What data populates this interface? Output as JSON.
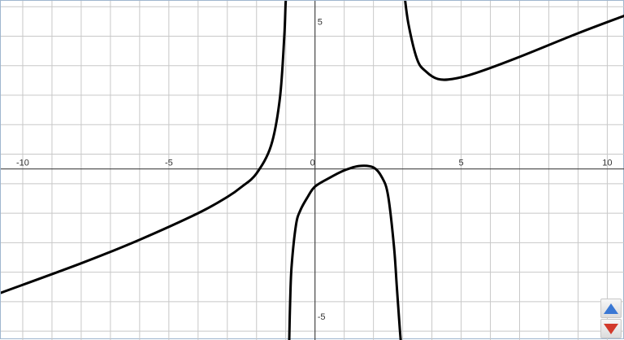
{
  "chart_data": {
    "type": "line",
    "title": "",
    "xlabel": "",
    "ylabel": "",
    "xlim": [
      -10.75,
      10.6
    ],
    "ylim": [
      -5.8,
      5.7
    ],
    "grid": true,
    "x_ticks": [
      -10,
      -5,
      0,
      5,
      10
    ],
    "x_tick_labels": [
      "-10",
      "-5",
      "0",
      "5",
      "10"
    ],
    "y_ticks": [
      5,
      -5
    ],
    "y_tick_labels": [
      "5",
      "-5"
    ],
    "series": [
      {
        "color": "#000000",
        "segments": [
          {
            "x": [
              -10.75,
              -8.0,
              -6.0,
              -4.0,
              -3.0,
              -2.5,
              -2.0,
              -1.5,
              -1.2,
              -1.05,
              -1.0,
              -0.95,
              -0.92
            ],
            "y": [
              -4.2,
              -3.2,
              -2.4,
              -1.5,
              -0.95,
              -0.6,
              -0.15,
              0.8,
              2.4,
              4.5,
              5.7,
              5.9,
              6.0
            ]
          },
          {
            "x": [
              -0.88,
              -0.85,
              -0.8,
              -0.65,
              -0.5,
              -0.25,
              0.0,
              0.5,
              1.0,
              1.5,
              2.0,
              2.3,
              2.5,
              2.7,
              2.8,
              2.9,
              2.95
            ],
            "y": [
              -5.8,
              -4.5,
              -3.3,
              -1.9,
              -1.4,
              -0.95,
              -0.6,
              -0.3,
              -0.05,
              0.1,
              0.05,
              -0.3,
              -0.9,
              -2.6,
              -4.0,
              -5.4,
              -6.0
            ]
          },
          {
            "x": [
              3.05,
              3.2,
              3.5,
              3.8,
              4.2,
              4.7,
              5.5,
              7.0,
              9.0,
              10.6
            ],
            "y": [
              6.0,
              4.9,
              3.7,
              3.3,
              3.05,
              3.05,
              3.25,
              3.8,
              4.6,
              5.2
            ]
          }
        ]
      }
    ]
  },
  "zoom": {
    "in_icon": "triangle-up-icon",
    "out_icon": "triangle-down-icon",
    "in_color": "#3a78d4",
    "out_color": "#d23a2c"
  },
  "colors": {
    "grid": "#c8c8c8",
    "axis": "#444444",
    "curve": "#000000",
    "frame": "#9fb6cf"
  }
}
